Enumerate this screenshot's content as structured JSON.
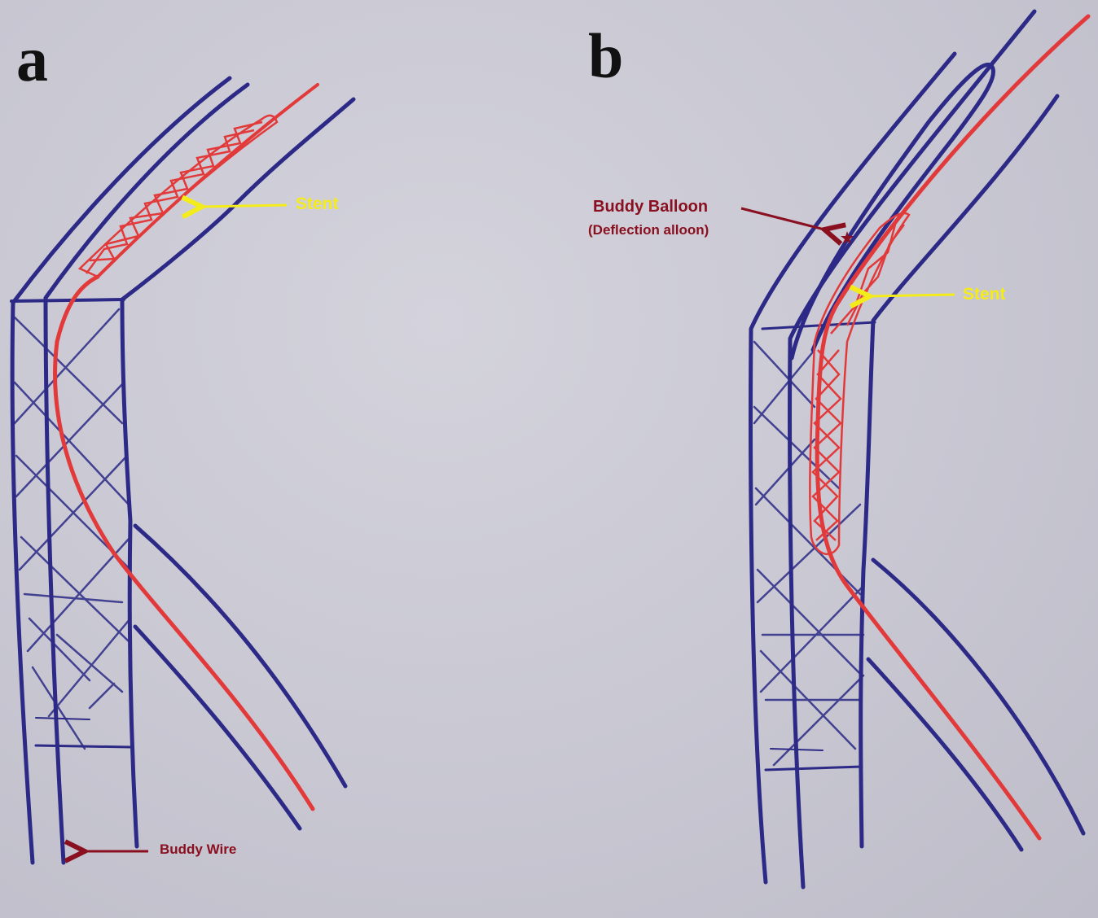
{
  "panels": {
    "a": {
      "letter": "a"
    },
    "b": {
      "letter": "b"
    }
  },
  "labels": {
    "stent_a": "Stent",
    "stent_b": "Stent",
    "buddy_balloon": "Buddy Balloon",
    "deflection_balloon": "(Deflection alloon)",
    "buddy_wire": "Buddy Wire"
  },
  "colors": {
    "vessel_ink": "#2c2a86",
    "wire_red": "#e23a3a",
    "annotation_yellow": "#f4ec1a",
    "annotation_maroon": "#8a1020",
    "paper": "#cbcad4"
  }
}
